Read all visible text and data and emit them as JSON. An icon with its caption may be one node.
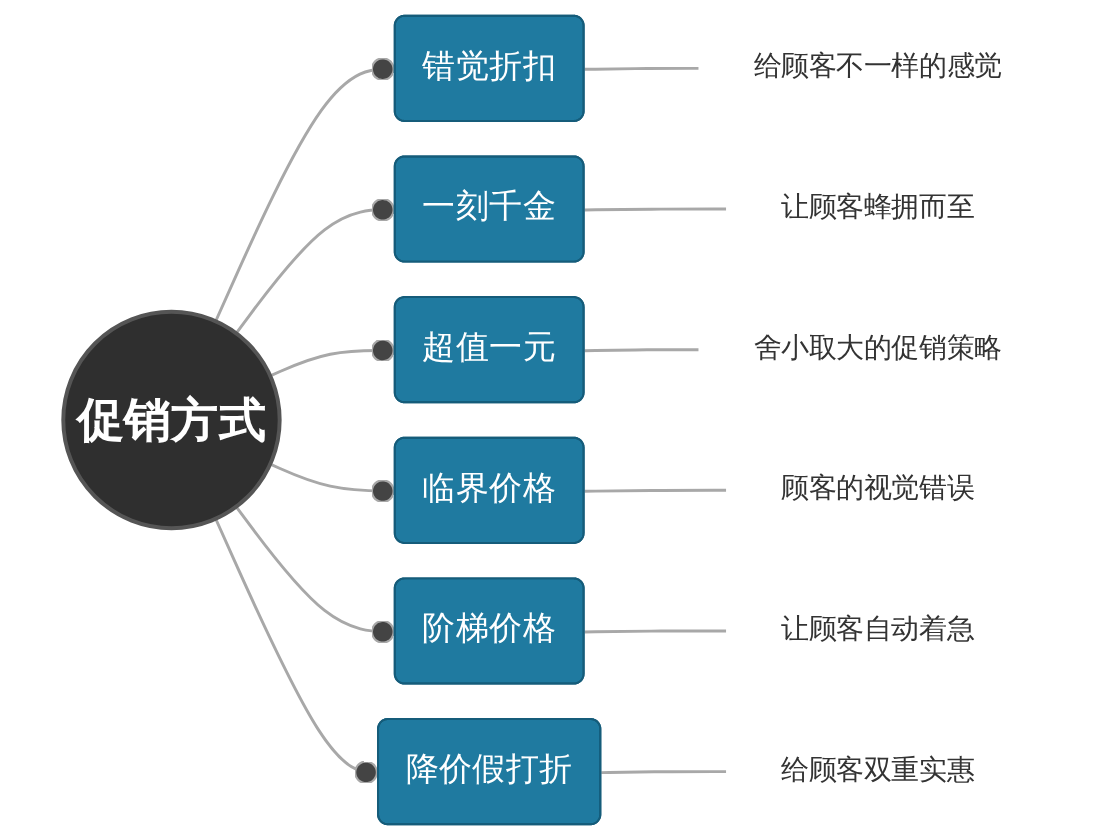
{
  "diagram": {
    "nodes": [
      {
        "text": [
          "促销方式"
        ]
      },
      {
        "text": [
          "错觉折扣"
        ]
      },
      {
        "text": [
          "给顾客不一样的感觉"
        ]
      },
      {
        "text": [
          "一刻千金"
        ]
      },
      {
        "text": [
          "让顾客蜂拥而至"
        ]
      },
      {
        "text": [
          "超值一元"
        ]
      },
      {
        "text": [
          "舍小取大的促销策略"
        ]
      },
      {
        "text": [
          "临界价格"
        ]
      },
      {
        "text": [
          "顾客的视觉错误"
        ]
      },
      {
        "text": [
          "阶梯价格"
        ]
      },
      {
        "text": [
          "让顾客自动着急"
        ]
      },
      {
        "text": [
          "降价假打折"
        ]
      },
      {
        "text": [
          "给顾客双重实惠"
        ]
      }
    ],
    "edges": [
      {
        "from": 0,
        "to": 1,
        "arrow": "other"
      },
      {
        "from": 1,
        "to": 2,
        "arrow": "none"
      },
      {
        "from": 0,
        "to": 3,
        "arrow": "other"
      },
      {
        "from": 3,
        "to": 4,
        "arrow": "none"
      },
      {
        "from": 0,
        "to": 5,
        "arrow": "other"
      },
      {
        "from": 5,
        "to": 6,
        "arrow": "none"
      },
      {
        "from": 0,
        "to": 7,
        "arrow": "other"
      },
      {
        "from": 7,
        "to": 8,
        "arrow": "none"
      },
      {
        "from": 0,
        "to": 9,
        "arrow": "other"
      },
      {
        "from": 9,
        "to": 10,
        "arrow": "none"
      },
      {
        "from": 0,
        "to": 11,
        "arrow": "other"
      },
      {
        "from": 11,
        "to": 12,
        "arrow": "none"
      }
    ]
  }
}
